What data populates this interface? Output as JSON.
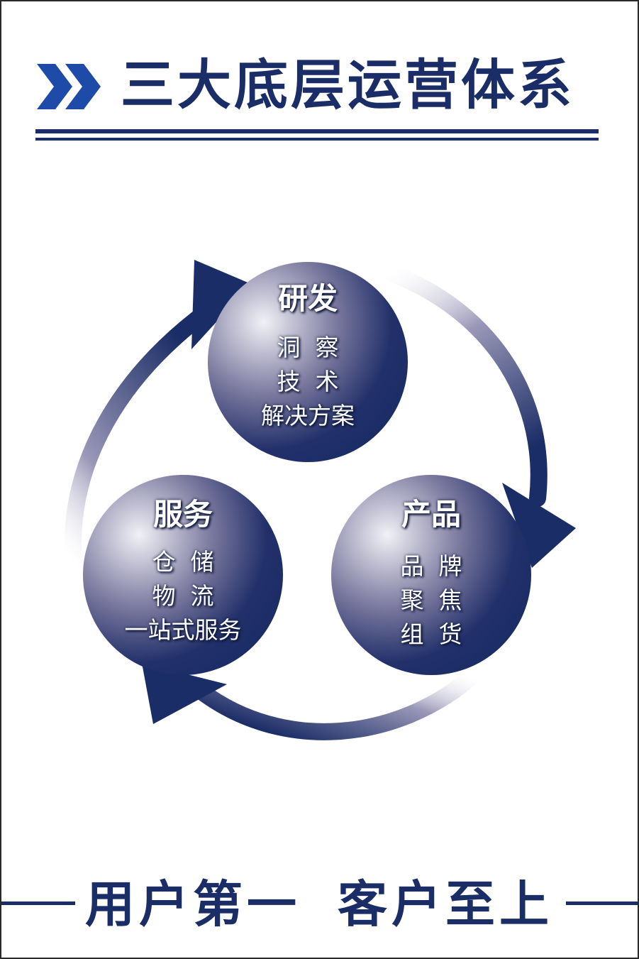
{
  "header": {
    "title": "三大底层运营体系"
  },
  "colors": {
    "navy": "#1b2d66",
    "chevron_blue": "#1e4aa8"
  },
  "cycle": {
    "nodes": [
      {
        "title": "研发",
        "lines": [
          "洞  察",
          "技  术",
          "解决方案"
        ]
      },
      {
        "title": "产品",
        "lines": [
          "品  牌",
          "聚  焦",
          "组  货"
        ]
      },
      {
        "title": "服务",
        "lines": [
          "仓  储",
          "物  流",
          "一站式服务"
        ]
      }
    ]
  },
  "footer": {
    "left": "用户第一",
    "right": "客户至上"
  }
}
